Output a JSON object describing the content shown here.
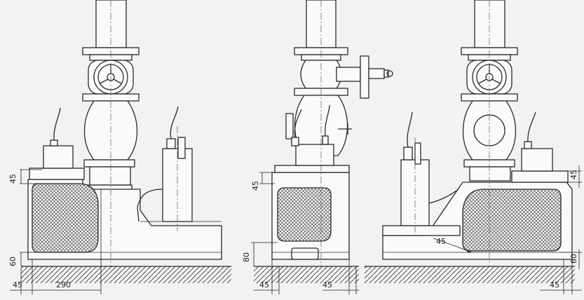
{
  "views": [
    {
      "id": "left",
      "dimensions": {
        "vertical_top": "45",
        "vertical_bottom": "60",
        "horizontal_offset": "45",
        "horizontal_main": "290"
      }
    },
    {
      "id": "middle",
      "dimensions": {
        "vertical_top": "45",
        "vertical_bottom": "80",
        "horizontal_left": "45",
        "horizontal_right": "45"
      }
    },
    {
      "id": "right",
      "dimensions": {
        "vertical_top": "45",
        "vertical_bottom": "60",
        "diagonal": "45",
        "horizontal_right": "45"
      }
    }
  ],
  "colors": {
    "background": "#f2f2f2",
    "line": "#2a2a2a",
    "tank_fill": "#e2e2e2"
  },
  "icons": [
    "valve-handwheel-icon",
    "gate-valve-handwheel-icon"
  ]
}
